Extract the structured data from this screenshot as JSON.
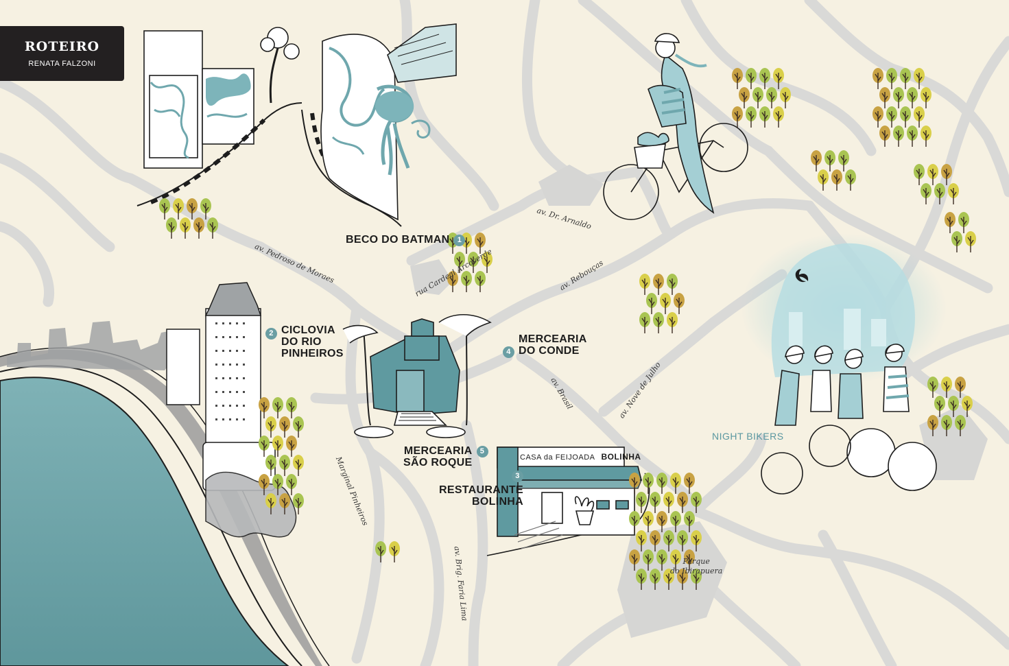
{
  "header": {
    "title": "ROTEIRO",
    "subtitle": "RENATA FALZONI"
  },
  "points": [
    {
      "number": "1",
      "name": "BECO DO BATMAN"
    },
    {
      "number": "2",
      "name_line1": "CICLOVIA",
      "name_line2": "DO RIO",
      "name_line3": "PINHEIROS"
    },
    {
      "number": "3",
      "name_line1": "RESTAURANTE",
      "name_line2": "BOLINHA"
    },
    {
      "number": "4",
      "name_line1": "MERCEARIA",
      "name_line2": "DO CONDE"
    },
    {
      "number": "5",
      "name_line1": "MERCEARIA",
      "name_line2": "SÃO ROQUE"
    }
  ],
  "streets": {
    "pedroso": "av. Pedroso de Moraes",
    "arnaldo": "av. Dr. Arnaldo",
    "arcoverde": "rua Cardeal Arcoverde",
    "reboucas": "av. Rebouças",
    "brasil": "av. Brasil",
    "nove_julho": "av. Nove de Julho",
    "marginal": "Marginal Pinheiros",
    "faria_lima": "av. Brig. Faria Lima"
  },
  "park": {
    "line1": "Parque",
    "line2": "do Ibirapuera"
  },
  "night_bikers": "NIGHT BIKERS",
  "sign": {
    "prefix": "CASA da FEIJOADA",
    "name": "BOLINHA"
  },
  "colors": {
    "paper": "#f6f1e2",
    "road": "#d8d8d6",
    "teal": "#5f9aa0",
    "river": "#73a8ad",
    "tree_green": "#a9c452",
    "tree_yellow": "#d9cf4a",
    "tree_orange": "#c8a243",
    "ink": "#1d1d1d"
  }
}
